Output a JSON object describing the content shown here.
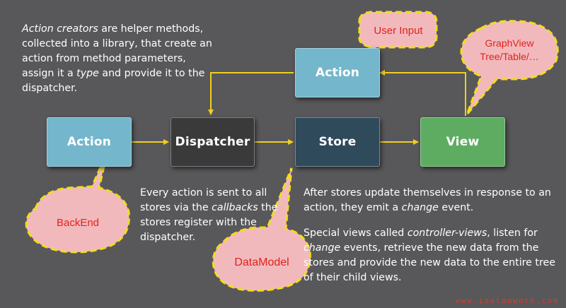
{
  "colors": {
    "background": "#58585a",
    "action": "#74b6cb",
    "dispatcher": "#3b3a3b",
    "store": "#2f4a5b",
    "view": "#5eac62",
    "arrow": "#f2cf1c",
    "callout_fill": "#f2b9bd",
    "callout_border": "#f2dd1c",
    "callout_text": "#e0231a"
  },
  "nodes": {
    "action_left": "Action",
    "dispatcher": "Dispatcher",
    "store": "Store",
    "view": "View",
    "action_top": "Action"
  },
  "notes": {
    "action_creators": {
      "em1": "Action creators",
      "t1": " are helper methods, collected into a library, that create an action from method parameters, assign it a ",
      "em2": "type",
      "t2": " and provide it to the dispatcher."
    },
    "dispatcher": {
      "t1": "Every action is sent to all stores via the ",
      "em1": "callbacks",
      "t2": " the stores register with the dispatcher."
    },
    "store": {
      "t1": "After stores update themselves in response to an action, they emit a ",
      "em1": "change",
      "t2": " event."
    },
    "views": {
      "t1": "Special views called ",
      "em1": "controller-views",
      "t2": ", listen for ",
      "em2": "change",
      "t3": " events, retrieve the new data from the stores and provide the new data to the entire tree of their child views."
    }
  },
  "callouts": {
    "user_input": "User Input",
    "graphview_line1": "GraphView",
    "graphview_line2": "Tree/Table/…",
    "backend": "BackEnd",
    "datamodel": "DataModel"
  },
  "watermark": "www.iaotaowork.com"
}
